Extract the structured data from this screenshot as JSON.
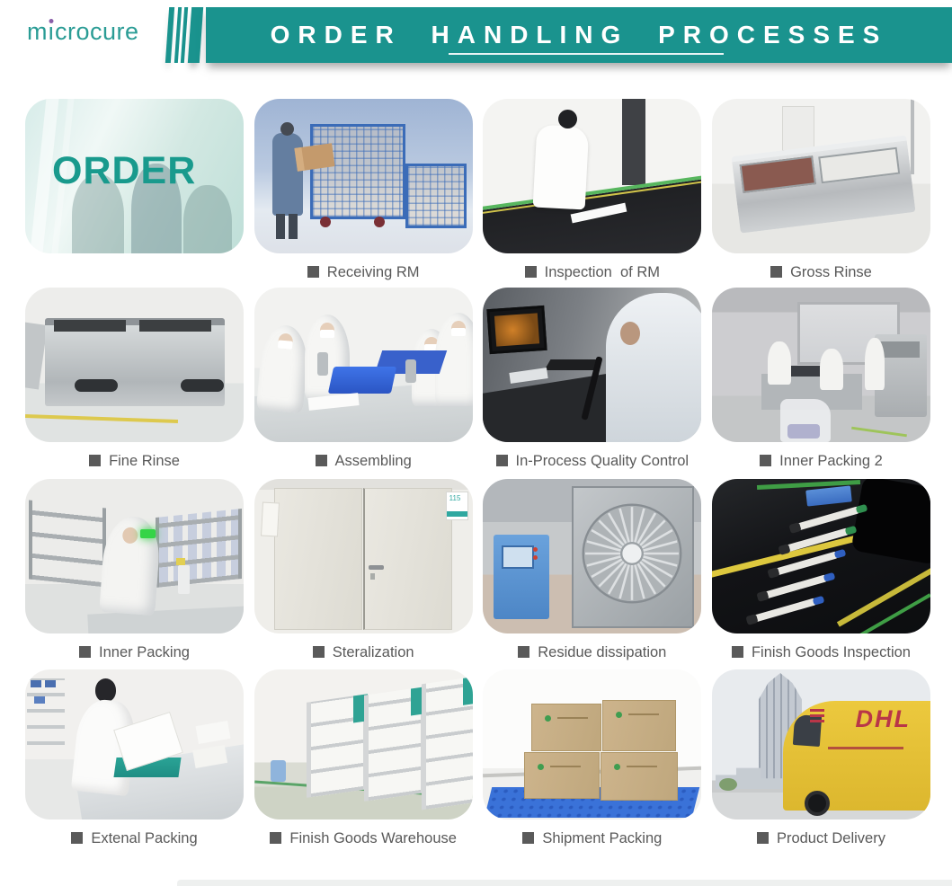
{
  "brand": {
    "logo_m": "m",
    "logo_i": "ı",
    "logo_rest": "crocure",
    "logo_color": "#2a9c95",
    "dot_color": "#8a5fa8"
  },
  "header": {
    "title": "ORDER HANDLING PROCESSES",
    "bar_color": "#1a938e",
    "text_color": "#ffffff"
  },
  "tiles": [
    {
      "name": "order",
      "overlay_text": "ORDER"
    },
    {
      "name": "receiving-rm",
      "caption": "Receiving RM"
    },
    {
      "name": "inspection-of-rm",
      "caption": "Inspection  of RM"
    },
    {
      "name": "gross-rinse",
      "caption": "Gross Rinse"
    },
    {
      "name": "fine-rinse",
      "caption": "Fine Rinse"
    },
    {
      "name": "assembling",
      "caption": "Assembling"
    },
    {
      "name": "in-process-quality-control",
      "caption": "In-Process Quality Control"
    },
    {
      "name": "inner-packing-2",
      "caption": "Inner Packing 2"
    },
    {
      "name": "inner-packing",
      "caption": "Inner Packing"
    },
    {
      "name": "steralization",
      "caption": "Steralization",
      "door_sign": "115"
    },
    {
      "name": "residue-dissipation",
      "caption": "Residue dissipation"
    },
    {
      "name": "finish-goods-inspection",
      "caption": "Finish Goods Inspection"
    },
    {
      "name": "extenal-packing",
      "caption": "Extenal Packing"
    },
    {
      "name": "finish-goods-warehouse",
      "caption": "Finish Goods Warehouse"
    },
    {
      "name": "shipment-packing",
      "caption": "Shipment Packing"
    },
    {
      "name": "product-delivery",
      "caption": "Product Delivery",
      "van_logo": "DHL"
    }
  ],
  "styles": {
    "caption_color": "#595959",
    "caption_bullet": "square-bullet"
  }
}
